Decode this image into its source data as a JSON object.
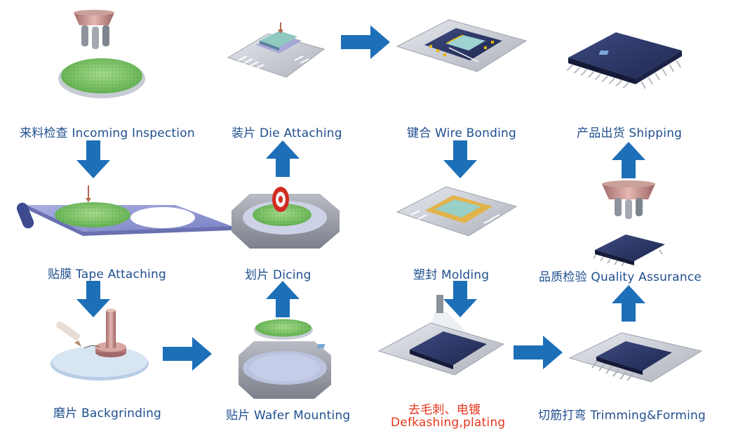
{
  "steps": [
    {
      "id": "incoming",
      "label": "来料检查 Incoming Inspection"
    },
    {
      "id": "tape",
      "label": "贴膜 Tape Attaching"
    },
    {
      "id": "backgrinding",
      "label": "磨片 Backgrinding"
    },
    {
      "id": "mounting",
      "label": "贴片 Wafer Mounting"
    },
    {
      "id": "dicing",
      "label": "划片 Dicing"
    },
    {
      "id": "die",
      "label": "装片 Die Attaching"
    },
    {
      "id": "wire",
      "label": "键合 Wire Bonding"
    },
    {
      "id": "molding",
      "label": "塑封 Molding"
    },
    {
      "id": "deflash_cn",
      "label": "去毛刺、电镀"
    },
    {
      "id": "deflash_en",
      "label": "Defkashing,plating"
    },
    {
      "id": "trim",
      "label": "切筋打弯 Trimming&Forming"
    },
    {
      "id": "qa",
      "label": "品质检验 Quality Assurance"
    },
    {
      "id": "shipping",
      "label": "产品出货 Shipping"
    }
  ],
  "colors": {
    "label": "#1f4f8f",
    "highlight": "#e8361c",
    "arrow": "#1d6fb8",
    "wafer": "#7fc46a",
    "chip": "#2e3a66",
    "frame": "#c9ccd3"
  }
}
